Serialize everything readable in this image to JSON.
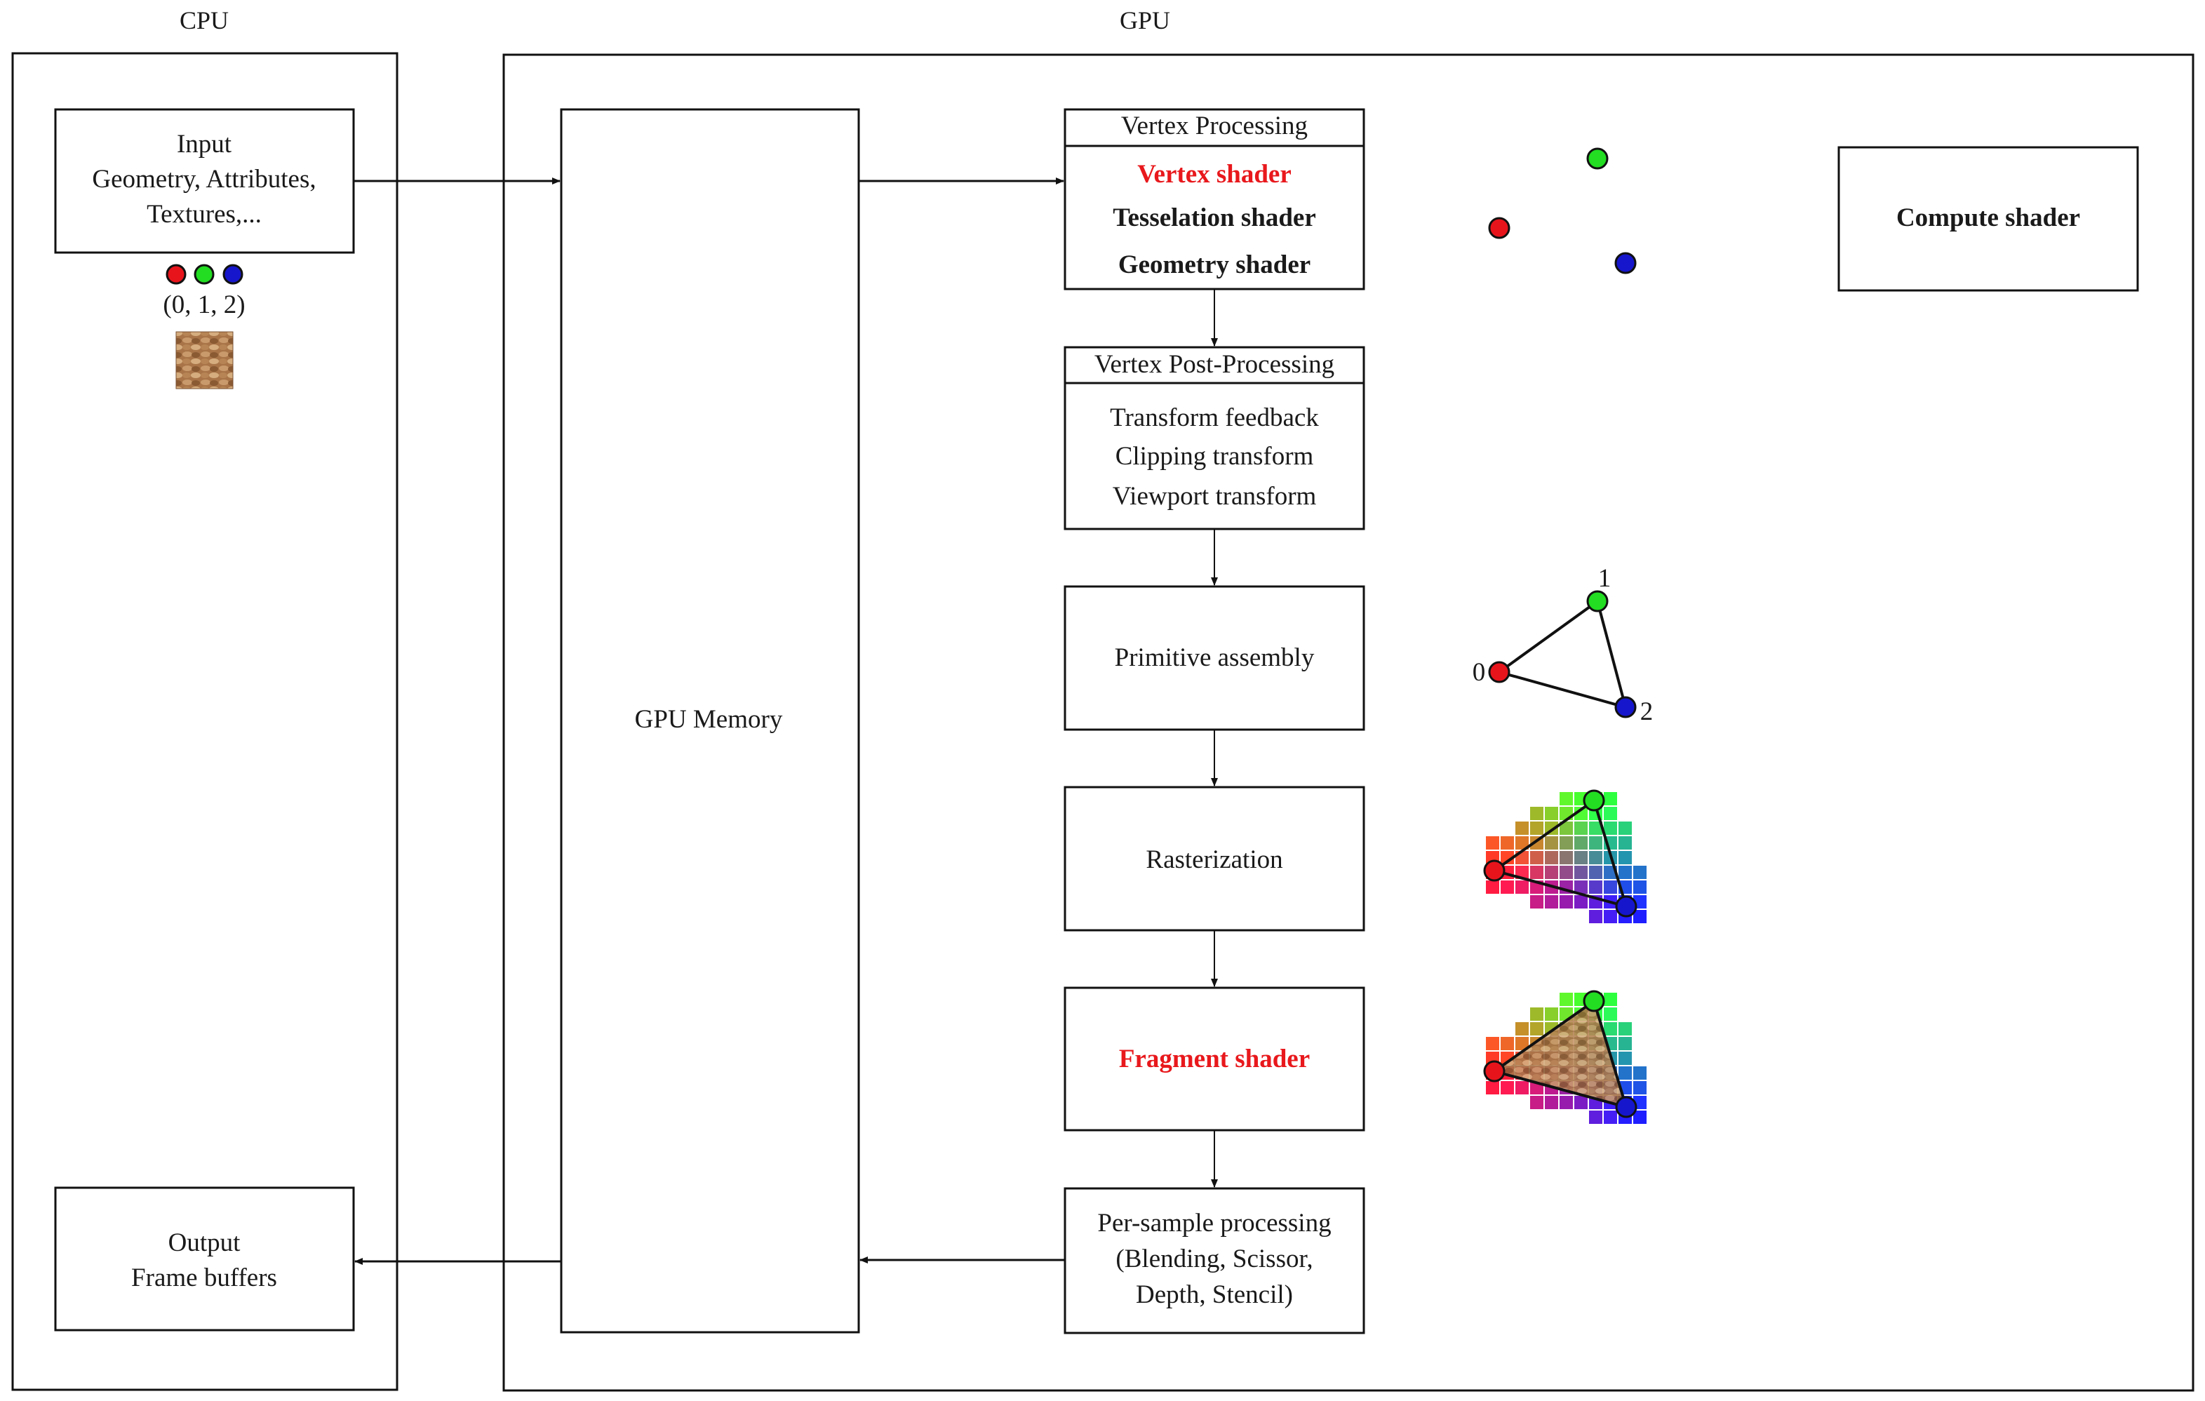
{
  "regions": {
    "cpu": "CPU",
    "gpu": "GPU"
  },
  "input": {
    "line1": "Input",
    "line2": "Geometry, Attributes,",
    "line3": "Textures,...",
    "indices": "(0, 1, 2)"
  },
  "output": {
    "line1": "Output",
    "line2": "Frame buffers"
  },
  "memory": "GPU Memory",
  "vertex_processing": {
    "header": "Vertex Processing",
    "vertex_shader": "Vertex shader",
    "tesselation_shader": "Tesselation shader",
    "geometry_shader": "Geometry shader"
  },
  "vertex_post_processing": {
    "header": "Vertex Post-Processing",
    "line1": "Transform feedback",
    "line2": "Clipping transform",
    "line3": "Viewport transform"
  },
  "primitive_assembly": "Primitive assembly",
  "rasterization": "Rasterization",
  "fragment_shader": "Fragment shader",
  "per_sample": {
    "line1": "Per-sample processing",
    "line2": "(Blending, Scissor,",
    "line3": "Depth, Stencil)"
  },
  "compute_shader": "Compute shader",
  "vertex_labels": {
    "v0": "0",
    "v1": "1",
    "v2": "2"
  },
  "colors": {
    "highlight": "#e8181c",
    "vertex_red": "#e8141c",
    "vertex_green": "#22dd22",
    "vertex_blue": "#1616cc",
    "stroke": "#111111",
    "texture": "#9a6a45"
  }
}
